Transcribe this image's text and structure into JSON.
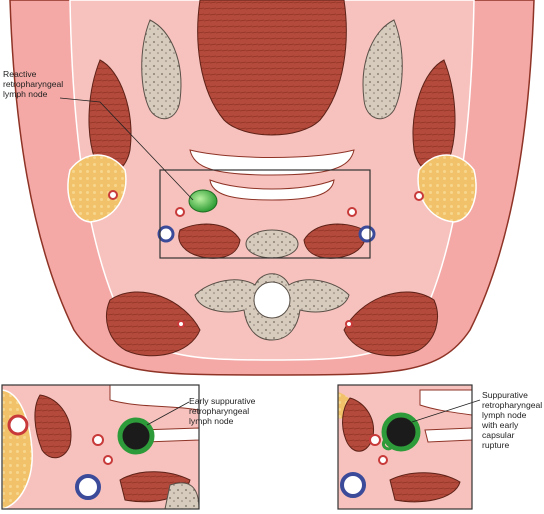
{
  "labels": {
    "reactive_node": "Reactive\nretropharyngeal\nlymph node",
    "early_suppurative_node": "Early suppurative\nretropharyngeal\nlymph node",
    "suppurative_node_rupture": "Suppurative\nretropharyngeal\nlymph node\nwith early\ncapsular\nrupture"
  },
  "colors": {
    "skin": "#f4a9a6",
    "mucosa_pink": "#f7c2bd",
    "muscle": "#b44a3c",
    "muscle_dark": "#8e3326",
    "bone": "#d7cbbd",
    "bone_spots": "#8a7f74",
    "fat": "#f2c26a",
    "airway": "#ffffff",
    "reactive_node": "#46b84a",
    "suppurative_core": "#1b1b1b",
    "suppurative_rim": "#2e9b3a",
    "vein": "#3b4b9a",
    "artery": "#c83a3a",
    "frame": "#333333"
  }
}
